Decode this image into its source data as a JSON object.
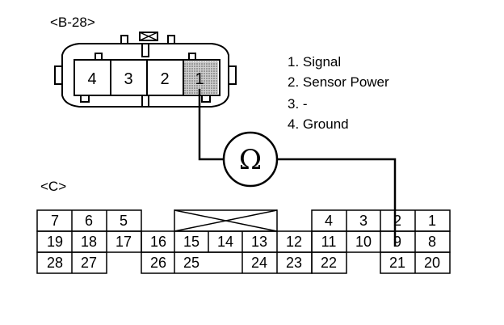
{
  "connector_b": {
    "label": "<B-28>",
    "pins": [
      "4",
      "3",
      "2",
      "1"
    ]
  },
  "legend": {
    "items": [
      "1. Signal",
      "2. Sensor Power",
      "3. -",
      "4. Ground"
    ]
  },
  "meter": {
    "symbol": "Ω"
  },
  "connector_c": {
    "label": "<C>",
    "left_block": {
      "row1": [
        "7",
        "6",
        "5"
      ],
      "row2": [
        "19",
        "18",
        "17"
      ],
      "row3": [
        "28",
        "27"
      ]
    },
    "middle_block": {
      "row2": [
        "16",
        "15",
        "14",
        "13",
        "12"
      ],
      "row3": [
        "26",
        "25",
        "24",
        "23"
      ]
    },
    "right_block": {
      "row1": [
        "4",
        "3",
        "2",
        "1"
      ],
      "row2": [
        "11",
        "10",
        "9",
        "8"
      ],
      "row3": [
        "22",
        "21",
        "20"
      ]
    }
  }
}
